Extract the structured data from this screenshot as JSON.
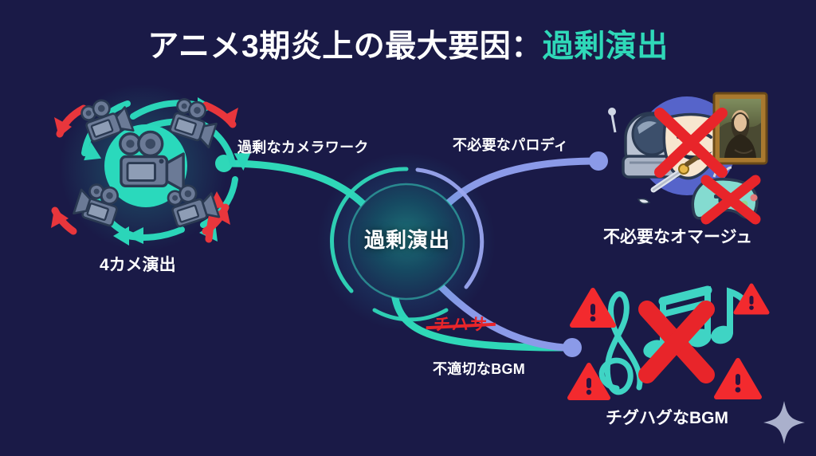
{
  "page": {
    "background_color": "#1a1a47",
    "accent_teal": "#2fd8b8",
    "accent_purple": "#8b9ae8",
    "accent_red": "#e8252a"
  },
  "title": {
    "main": "アニメ3期炎上の最大要因：",
    "highlight": "過剰演出"
  },
  "hub": {
    "label": "過剰演出"
  },
  "edges": [
    {
      "id": "camera",
      "label": "過剰なカメラワーク",
      "color": "#2fd8b8"
    },
    {
      "id": "parody",
      "label": "不必要なパロディ",
      "color": "#8b9ae8"
    },
    {
      "id": "bgm",
      "label": "不適切なBGM",
      "color": "#2fd8b8"
    }
  ],
  "clusters": [
    {
      "id": "camera",
      "caption": "4カメ演出",
      "icons": [
        "movie-camera-icon",
        "rotation-arrow-icon"
      ]
    },
    {
      "id": "homage",
      "caption": "不必要なオマージュ",
      "icons": [
        "astronaut-helmet-icon",
        "theater-mask-icon",
        "mona-lisa-painting-icon",
        "katana-icon",
        "game-controller-icon",
        "red-cross-out-icon"
      ]
    },
    {
      "id": "bgm",
      "caption": "チグハグなBGM",
      "icons": [
        "treble-clef-icon",
        "beamed-notes-icon",
        "eighth-note-icon",
        "warning-triangle-icon",
        "red-cross-out-icon"
      ]
    }
  ],
  "annotations": {
    "scratched_text": "チハサ"
  },
  "decorations": {
    "sparkle": "sparkle-icon"
  }
}
